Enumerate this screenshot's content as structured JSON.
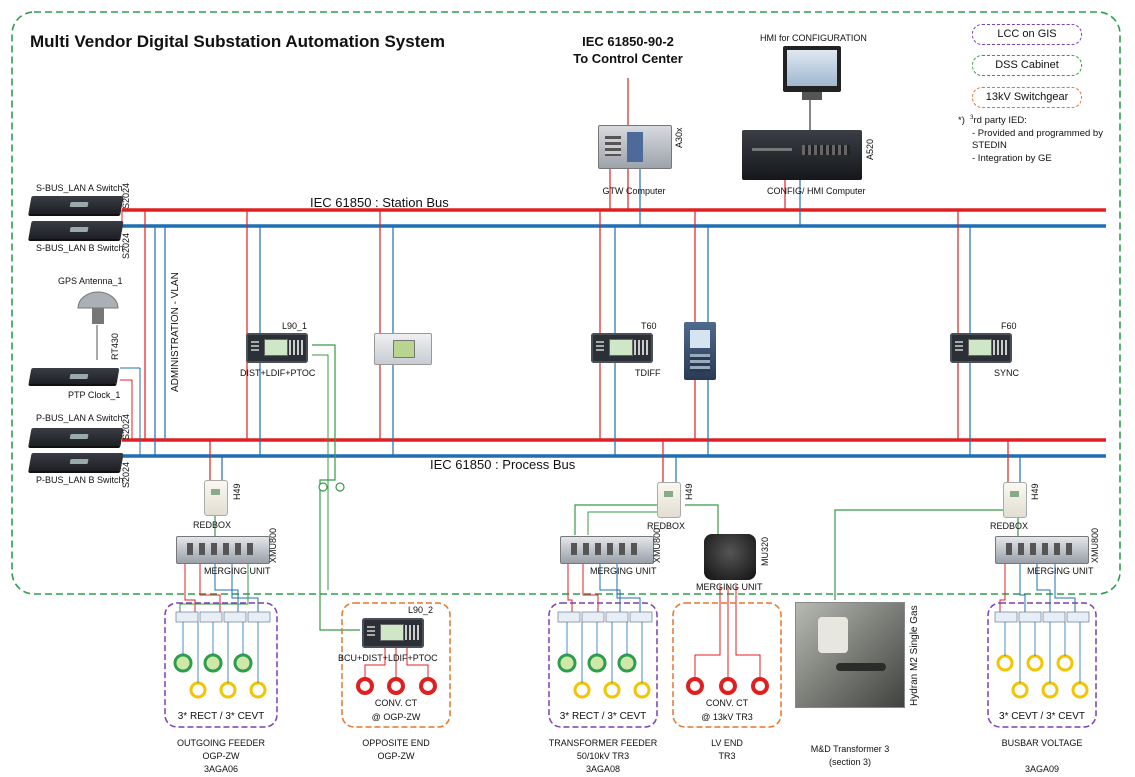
{
  "title": "Multi Vendor Digital Substation Automation System",
  "control_center": {
    "line1": "IEC 61850-90-2",
    "line2": "To Control Center"
  },
  "hmi_config_label": "HMI for CONFIGURATION",
  "legend": {
    "lcc": "LCC on GIS",
    "dss": "DSS Cabinet",
    "switchgear": "13kV Switchgear",
    "colors": {
      "lcc": "#7e3fb2",
      "dss": "#2e9e4d",
      "switchgear": "#e9742b"
    }
  },
  "note": {
    "marker": "*)",
    "sup": "3",
    "line1": "rd party IED:",
    "line2": "- Provided and programmed by",
    "line3": "STEDIN",
    "line4": "- Integration by GE"
  },
  "buses": {
    "station": "IEC 61850 : Station Bus",
    "process": "IEC 61850 : Process Bus",
    "colors": {
      "red": "#e02020",
      "blue": "#1f6fb5",
      "green": "#3a9a47"
    }
  },
  "switches": {
    "s_bus_a": "S-BUS_LAN A Switch",
    "s_bus_b": "S-BUS_LAN B Switch",
    "p_bus_a": "P-BUS_LAN A Switch",
    "p_bus_b": "P-BUS_LAN B Switch",
    "model": "S2024"
  },
  "gps": "GPS Antenna_1",
  "ptp": {
    "label": "PTP Clock_1",
    "model": "RT430"
  },
  "admin_vlan": "ADMINISTRATION - VLAN",
  "gtw": {
    "label": "GTW Computer",
    "model": "A30x"
  },
  "config_hmi": {
    "label": "CONFIG/ HMI Computer",
    "model": "A520"
  },
  "ieds": {
    "l90_1": {
      "name": "L90_1",
      "func": "DIST+LDIF+PTOC"
    },
    "t60": {
      "name": "T60",
      "func": "TDIFF"
    },
    "f60": {
      "name": "F60",
      "func": "SYNC"
    },
    "l90_2": {
      "name": "L90_2",
      "func": "BCU+DIST+LDIF+PTOC"
    }
  },
  "redbox": {
    "label": "REDBOX",
    "model": "H49"
  },
  "merging_unit": {
    "label": "MERGING UNIT",
    "xmu": "XMU800",
    "mu320": "MU320"
  },
  "bays": {
    "outgoing": {
      "ct_label": "3* RECT / 3* CEVT",
      "name1": "OUTGOING FEEDER",
      "name2": "OGP-ZW",
      "name3": "3AGA06"
    },
    "opposite": {
      "ct_label1": "CONV. CT",
      "ct_label2": "@ OGP-ZW",
      "name1": "OPPOSITE END",
      "name2": "OGP-ZW"
    },
    "transformer": {
      "ct_label": "3* RECT / 3* CEVT",
      "name1": "TRANSFORMER FEEDER",
      "name2": "50/10kV TR3",
      "name3": "3AGA08"
    },
    "lv_end": {
      "ct_label1": "CONV. CT",
      "ct_label2": "@ 13kV TR3",
      "name1": "LV END",
      "name2": "TR3"
    },
    "md": {
      "name1": "M&D Transformer 3",
      "name2": "(section 3)",
      "device": "Hydran M2 Single Gas"
    },
    "busbar": {
      "ct_label": "3* CEVT / 3* CEVT",
      "name1": "BUSBAR VOLTAGE",
      "name3": "3AGA09"
    }
  }
}
